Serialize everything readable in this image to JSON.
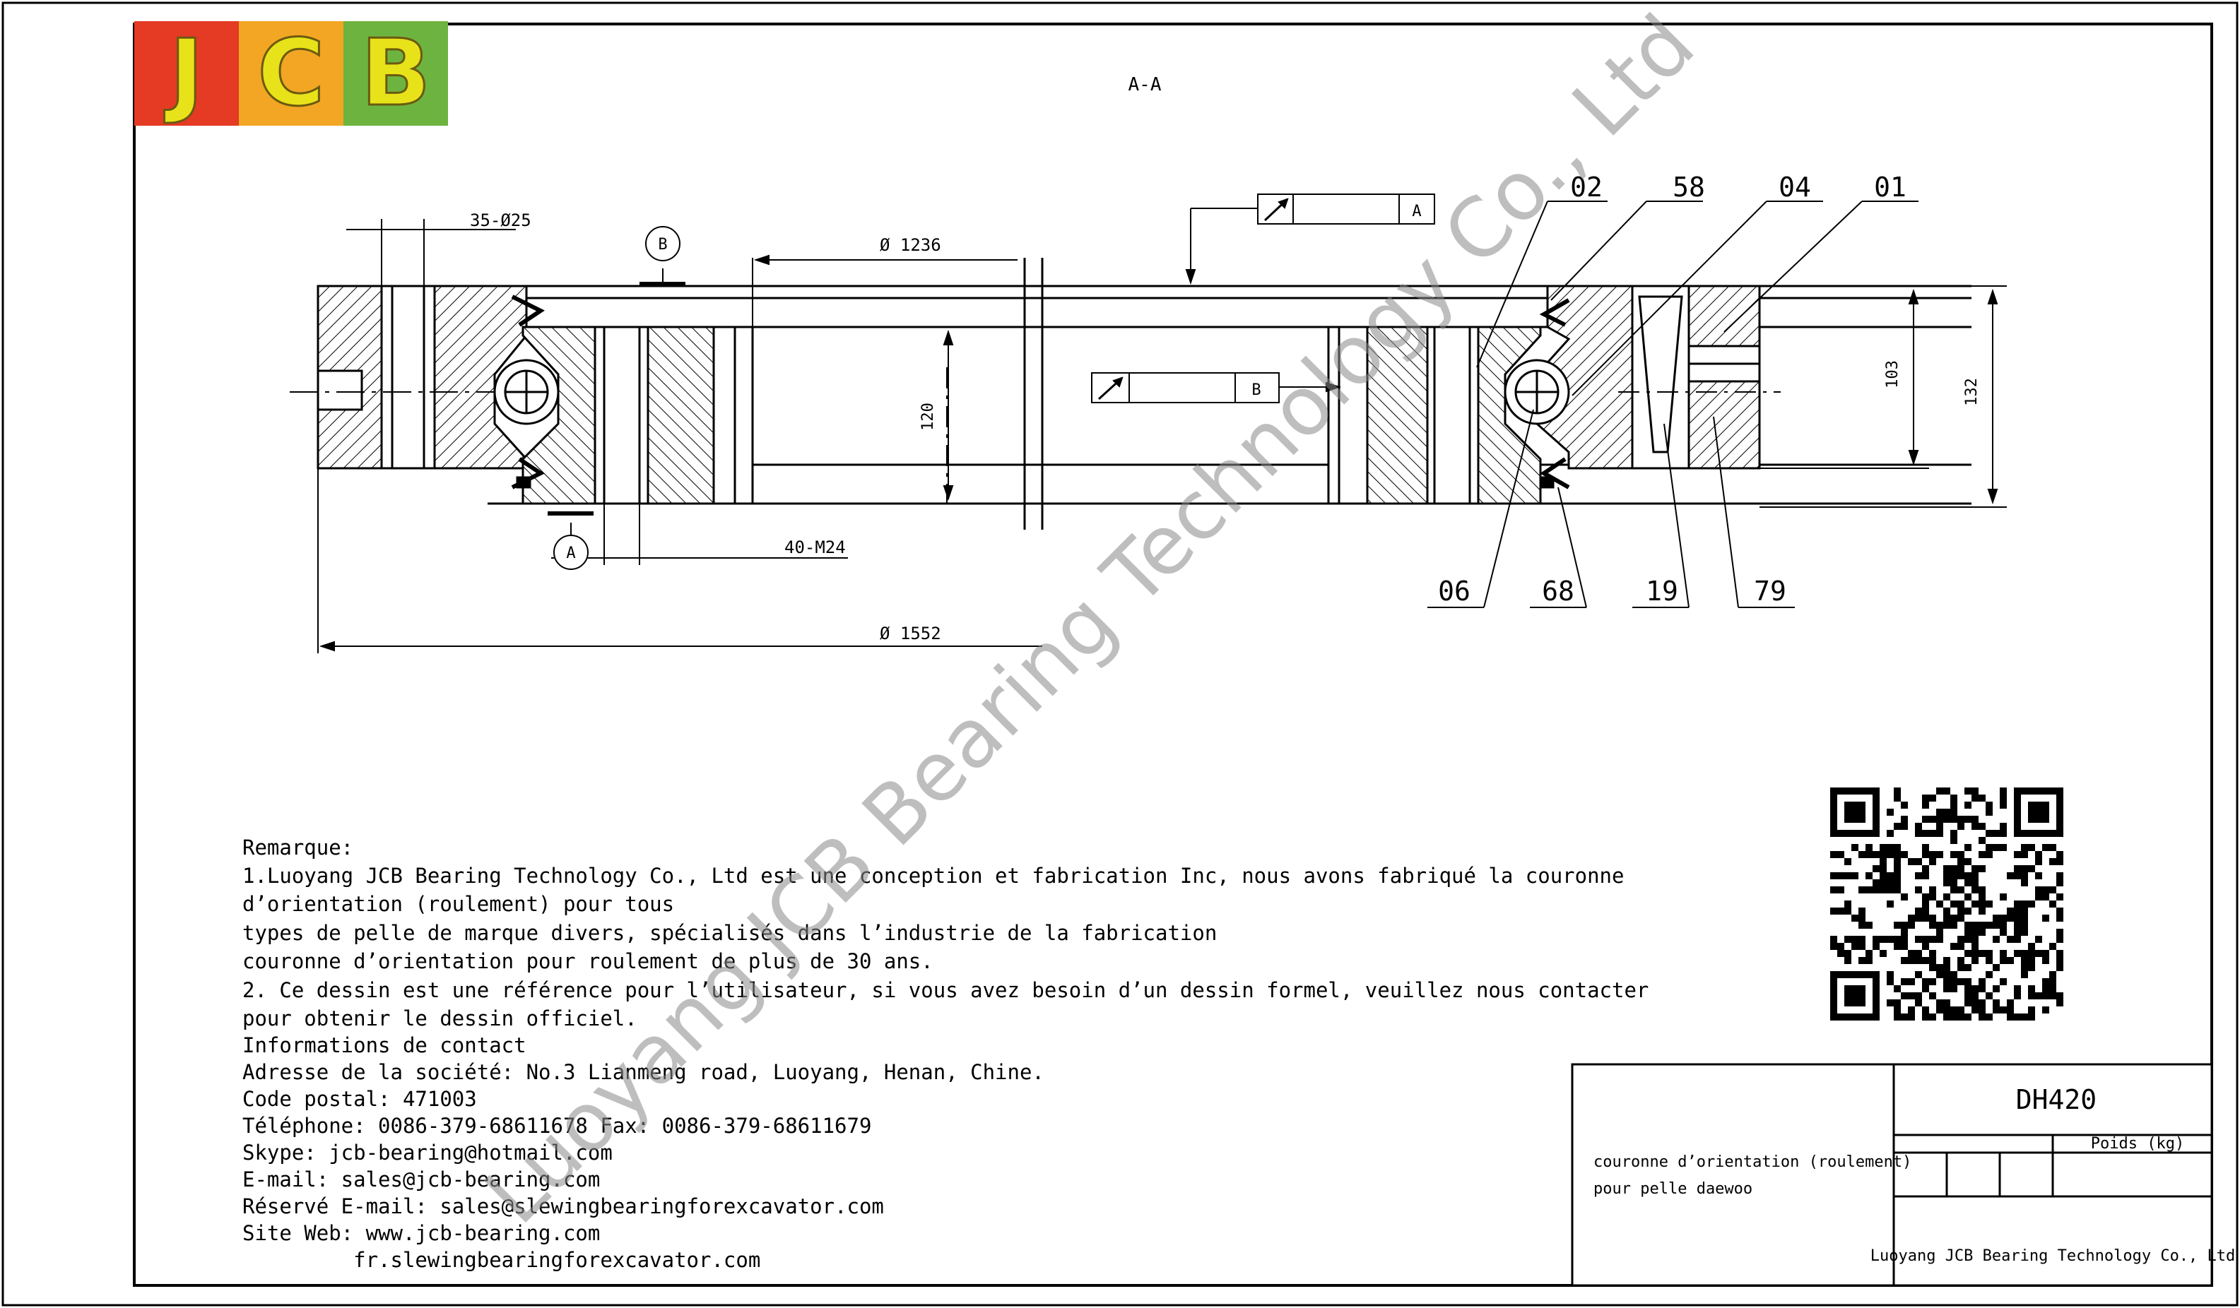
{
  "section_label": "A-A",
  "logo": {
    "letters": [
      "J",
      "C",
      "B"
    ],
    "colors": [
      "#e53a23",
      "#f2a623",
      "#6db33f"
    ],
    "text_color": "#e8e21a"
  },
  "dimensions": {
    "holes_outer": "35-Ø25",
    "pitch_diameter": "Ø 1236",
    "bore_height": "120",
    "holes_inner": "40-M24",
    "outer_diameter": "Ø 1552",
    "height_103": "103",
    "height_132": "132"
  },
  "datums": {
    "a": "A",
    "b": "B"
  },
  "part_numbers": [
    "02",
    "58",
    "04",
    "01",
    "06",
    "68",
    "19",
    "79"
  ],
  "watermark": "Luoyang JCB Bearing Technology Co., Ltd",
  "remarks": {
    "heading": "Remarque:",
    "lines": [
      "1.Luoyang JCB Bearing Technology Co., Ltd est une conception et fabrication Inc, nous avons fabriqué la couronne",
      "d’orientation (roulement) pour tous",
      "types de pelle de marque divers, spécialisés dans l’industrie de la fabrication",
      "couronne d’orientation pour roulement de plus de 30 ans.",
      "2. Ce dessin est une référence pour l’utilisateur, si vous avez besoin d’un dessin formel, veuillez nous contacter",
      "pour obtenir le dessin officiel."
    ]
  },
  "contact": {
    "lines": [
      "Informations de contact",
      "Adresse de la société: No.3 Lianmeng road, Luoyang, Henan, Chine.",
      "Code postal: 471003",
      "Téléphone: 0086-379-68611678 Fax: 0086-379-68611679",
      "Skype: jcb-bearing@hotmail.com",
      "E-mail: sales@jcb-bearing.com",
      "Réservé E-mail: sales@slewingbearingforexcavator.com",
      "Site Web: www.jcb-bearing.com",
      "         fr.slewingbearingforexcavator.com"
    ]
  },
  "title_block": {
    "model": "DH420",
    "weight_label": "Poids (kg)",
    "description_line1": "couronne d’orientation (roulement)",
    "description_line2": "pour pelle daewoo",
    "company": "Luoyang JCB Bearing Technology Co., Ltd"
  }
}
